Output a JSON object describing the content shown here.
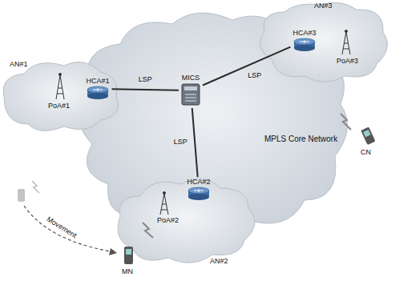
{
  "diagram": {
    "nodes": [
      {
        "text": [
          "HCA#3"
        ]
      },
      {
        "text": [
          "HCA#1"
        ]
      },
      {
        "text": [
          "MICS"
        ]
      },
      {
        "text": [
          "HCA#2"
        ]
      }
    ],
    "edges": [
      {
        "from": 1,
        "to": 2,
        "arrow": "none",
        "label": "LSP"
      },
      {
        "from": 2,
        "to": 0,
        "arrow": "none",
        "label": "LSP"
      },
      {
        "from": 2,
        "to": 3,
        "arrow": "none",
        "label": "LSP"
      }
    ],
    "labels": [
      "AN#3",
      "PoA#3",
      "AN#1",
      "PoA#1",
      "MPLS Core Network",
      "CN",
      "Movement",
      "PoA#2",
      "MN",
      "AN#2"
    ]
  }
}
